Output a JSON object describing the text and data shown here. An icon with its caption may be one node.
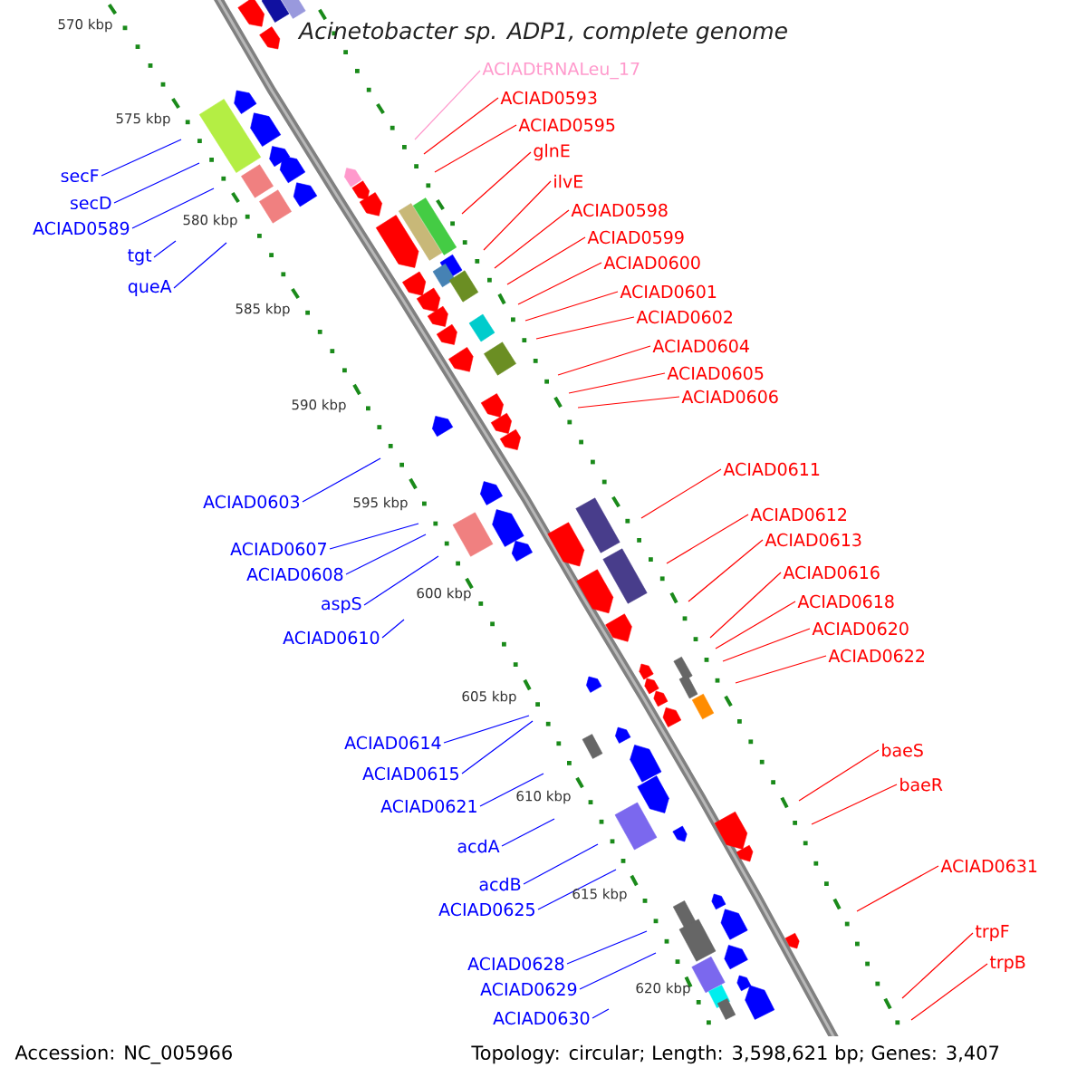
{
  "diagram": {
    "title": "Acinetobacter sp. ADP1, complete genome",
    "nodes": [
      {
        "text": [
          "secF"
        ]
      },
      {
        "text": [
          "secD"
        ]
      },
      {
        "text": [
          "ACIAD0589"
        ]
      },
      {
        "text": [
          "tgt"
        ]
      },
      {
        "text": [
          "queA"
        ]
      },
      {
        "text": [
          "ACIAD0603"
        ]
      },
      {
        "text": [
          "ACIAD0607"
        ]
      },
      {
        "text": [
          "ACIAD0608"
        ]
      },
      {
        "text": [
          "aspS"
        ]
      },
      {
        "text": [
          "ACIAD0610"
        ]
      },
      {
        "text": [
          "ACIAD0614"
        ]
      },
      {
        "text": [
          "ACIAD0615"
        ]
      },
      {
        "text": [
          "ACIAD0621"
        ]
      },
      {
        "text": [
          "acdA"
        ]
      },
      {
        "text": [
          "acdB"
        ]
      },
      {
        "text": [
          "ACIAD0625"
        ]
      },
      {
        "text": [
          "ACIAD0628"
        ]
      },
      {
        "text": [
          "ACIAD0629"
        ]
      },
      {
        "text": [
          "ACIAD0630"
        ]
      },
      {
        "text": [
          "ACIADtRNALeu_17"
        ]
      },
      {
        "text": [
          "ACIAD0593"
        ]
      },
      {
        "text": [
          "ACIAD0595"
        ]
      },
      {
        "text": [
          "glnE"
        ]
      },
      {
        "text": [
          "ilvE"
        ]
      },
      {
        "text": [
          "ACIAD0598"
        ]
      },
      {
        "text": [
          "ACIAD0599"
        ]
      },
      {
        "text": [
          "ACIAD0600"
        ]
      },
      {
        "text": [
          "ACIAD0601"
        ]
      },
      {
        "text": [
          "ACIAD0602"
        ]
      },
      {
        "text": [
          "ACIAD0604"
        ]
      },
      {
        "text": [
          "ACIAD0605"
        ]
      },
      {
        "text": [
          "ACIAD0606"
        ]
      },
      {
        "text": [
          "ACIAD0611"
        ]
      },
      {
        "text": [
          "ACIAD0612"
        ]
      },
      {
        "text": [
          "ACIAD0613"
        ]
      },
      {
        "text": [
          "ACIAD0616"
        ]
      },
      {
        "text": [
          "ACIAD0618"
        ]
      },
      {
        "text": [
          "ACIAD0620"
        ]
      },
      {
        "text": [
          "ACIAD0622"
        ]
      },
      {
        "text": [
          "baeS"
        ]
      },
      {
        "text": [
          "baeR"
        ]
      },
      {
        "text": [
          "ACIAD0631"
        ]
      },
      {
        "text": [
          "trpF"
        ]
      },
      {
        "text": [
          "trpB"
        ]
      }
    ],
    "edges": [
      {
        "from": 0,
        "to": null,
        "arrow": "none",
        "color": "#0000ff"
      },
      {
        "from": 1,
        "to": null,
        "arrow": "none",
        "color": "#0000ff"
      },
      {
        "from": 2,
        "to": null,
        "arrow": "none",
        "color": "#0000ff"
      },
      {
        "from": 3,
        "to": null,
        "arrow": "none",
        "color": "#0000ff"
      },
      {
        "from": 4,
        "to": null,
        "arrow": "none",
        "color": "#0000ff"
      },
      {
        "from": 5,
        "to": null,
        "arrow": "none",
        "color": "#0000ff"
      },
      {
        "from": 6,
        "to": null,
        "arrow": "none",
        "color": "#0000ff"
      },
      {
        "from": 7,
        "to": null,
        "arrow": "none",
        "color": "#0000ff"
      },
      {
        "from": 8,
        "to": null,
        "arrow": "none",
        "color": "#0000ff"
      },
      {
        "from": 9,
        "to": null,
        "arrow": "none",
        "color": "#0000ff"
      },
      {
        "from": 10,
        "to": null,
        "arrow": "none",
        "color": "#0000ff"
      },
      {
        "from": 11,
        "to": null,
        "arrow": "none",
        "color": "#0000ff"
      },
      {
        "from": 12,
        "to": null,
        "arrow": "none",
        "color": "#0000ff"
      },
      {
        "from": 13,
        "to": null,
        "arrow": "none",
        "color": "#0000ff"
      },
      {
        "from": 14,
        "to": null,
        "arrow": "none",
        "color": "#0000ff"
      },
      {
        "from": 15,
        "to": null,
        "arrow": "none",
        "color": "#0000ff"
      },
      {
        "from": 16,
        "to": null,
        "arrow": "none",
        "color": "#0000ff"
      },
      {
        "from": 17,
        "to": null,
        "arrow": "none",
        "color": "#0000ff"
      },
      {
        "from": 18,
        "to": null,
        "arrow": "none",
        "color": "#0000ff"
      },
      {
        "from": 19,
        "to": null,
        "arrow": "none",
        "color": "#ff99cc"
      },
      {
        "from": 20,
        "to": null,
        "arrow": "none"
      },
      {
        "from": 21,
        "to": null,
        "arrow": "none"
      },
      {
        "from": 22,
        "to": null,
        "arrow": "none"
      },
      {
        "from": 23,
        "to": null,
        "arrow": "none"
      },
      {
        "from": 24,
        "to": null,
        "arrow": "none"
      },
      {
        "from": 25,
        "to": null,
        "arrow": "none"
      },
      {
        "from": 26,
        "to": null,
        "arrow": "none"
      },
      {
        "from": 27,
        "to": null,
        "arrow": "none"
      },
      {
        "from": 28,
        "to": null,
        "arrow": "none"
      },
      {
        "from": 29,
        "to": null,
        "arrow": "none"
      },
      {
        "from": 30,
        "to": null,
        "arrow": "none"
      },
      {
        "from": 31,
        "to": null,
        "arrow": "none"
      },
      {
        "from": 32,
        "to": null,
        "arrow": "none"
      },
      {
        "from": 33,
        "to": null,
        "arrow": "none"
      },
      {
        "from": 34,
        "to": null,
        "arrow": "none"
      },
      {
        "from": 35,
        "to": null,
        "arrow": "none"
      },
      {
        "from": 36,
        "to": null,
        "arrow": "none"
      },
      {
        "from": 37,
        "to": null,
        "arrow": "none"
      },
      {
        "from": 38,
        "to": null,
        "arrow": "none"
      },
      {
        "from": 39,
        "to": null,
        "arrow": "none"
      },
      {
        "from": 40,
        "to": null,
        "arrow": "none"
      },
      {
        "from": 41,
        "to": null,
        "arrow": "none"
      },
      {
        "from": 42,
        "to": null,
        "arrow": "none"
      },
      {
        "from": 43,
        "to": null,
        "arrow": "none"
      }
    ],
    "labels": [
      "570 kbp",
      "575 kbp",
      "580 kbp",
      "585 kbp",
      "590 kbp",
      "595 kbp",
      "600 kbp",
      "605 kbp",
      "610 kbp",
      "615 kbp",
      "620 kbp",
      "Accession: NC_005966",
      "Topology: circular; Length: 3,598,621 bp; Genes: 3,407"
    ]
  }
}
